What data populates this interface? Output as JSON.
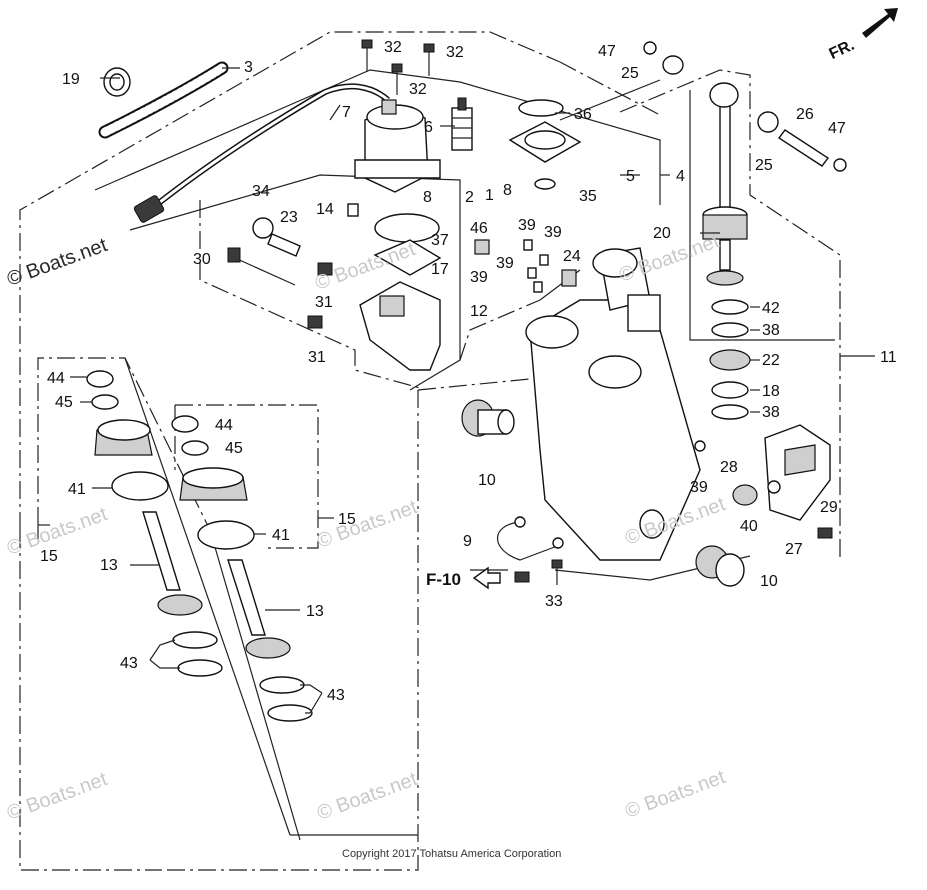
{
  "header": {
    "direction_label": "FR."
  },
  "watermarks": [
    {
      "text": "© Boats.net",
      "variant": "dark"
    },
    {
      "text": "© Boats.net",
      "variant": "light"
    },
    {
      "text": "© Boats.net",
      "variant": "light"
    },
    {
      "text": "© Boats.net",
      "variant": "light"
    },
    {
      "text": "© Boats.net",
      "variant": "light"
    },
    {
      "text": "© Boats.net",
      "variant": "light"
    },
    {
      "text": "© Boats.net",
      "variant": "light"
    },
    {
      "text": "© Boats.net",
      "variant": "light"
    },
    {
      "text": "© Boats.net",
      "variant": "light"
    }
  ],
  "reference": {
    "label": "F-10"
  },
  "callouts": [
    "32",
    "32",
    "32",
    "47",
    "25",
    "3",
    "19",
    "7",
    "6",
    "36",
    "26",
    "47",
    "25",
    "1",
    "2",
    "8",
    "8",
    "35",
    "5",
    "4",
    "34",
    "14",
    "23",
    "37",
    "46",
    "39",
    "39",
    "24",
    "39",
    "39",
    "20",
    "30",
    "17",
    "31",
    "12",
    "31",
    "42",
    "38",
    "22",
    "18",
    "38",
    "11",
    "44",
    "45",
    "44",
    "45",
    "10",
    "39",
    "28",
    "29",
    "40",
    "41",
    "15",
    "27",
    "15",
    "9",
    "41",
    "13",
    "10",
    "33",
    "13",
    "43",
    "43"
  ],
  "footer": {
    "copyright": "Copyright 2017 Tohatsu America Corporation"
  }
}
